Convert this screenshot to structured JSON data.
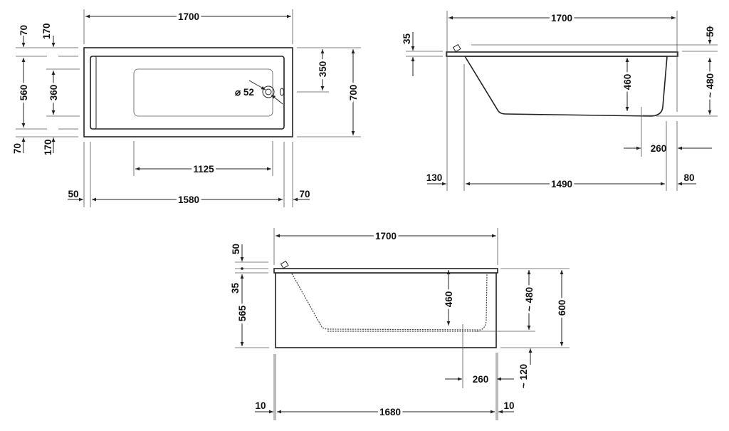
{
  "plan_view": {
    "overall_length": "1700",
    "overall_width": "700",
    "rim_top_left": "70",
    "rim_top_inner": "170",
    "inner_width": "560",
    "basin_width": "360",
    "rim_bottom_left": "70",
    "rim_bottom_inner": "170",
    "drain_offset": "350",
    "drain_diameter": "⌀ 52",
    "basin_length": "1125",
    "inner_length": "1580",
    "left_rim": "50",
    "right_rim": "70"
  },
  "side_view": {
    "overall_length": "1700",
    "rim_thickness": "35",
    "headrest_height": "50",
    "depth": "460",
    "total_depth": "~ 480",
    "drain_position": "260",
    "left_offset": "130",
    "bottom_length": "1490",
    "right_offset": "80"
  },
  "front_view": {
    "overall_length": "1700",
    "headrest_height": "50",
    "rim_thickness": "35",
    "apron_height": "565",
    "depth": "460",
    "total_depth": "~ 480",
    "overall_height": "600",
    "feet_adjust": "~ 120",
    "drain_position": "260",
    "left_offset": "10",
    "apron_length": "1680",
    "right_offset": "10"
  }
}
